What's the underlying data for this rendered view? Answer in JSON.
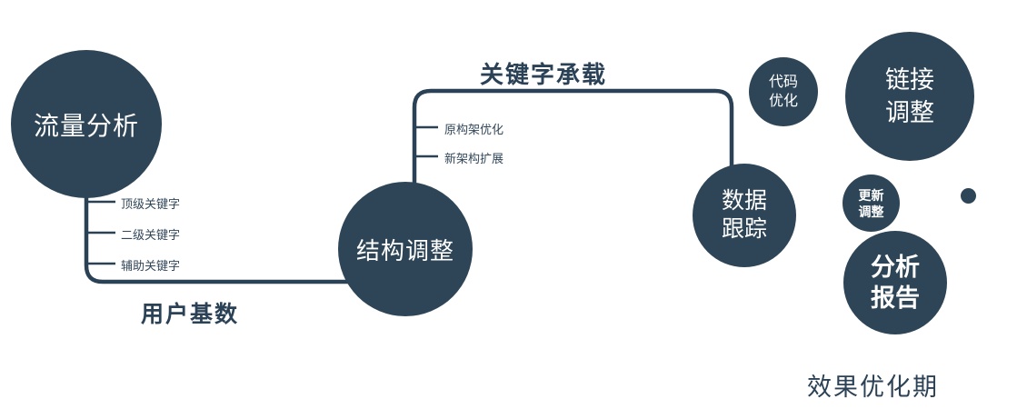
{
  "diagram": {
    "nodes": {
      "traffic_analysis": {
        "label": "流量分析"
      },
      "structure_adjustment": {
        "label": "结构调整"
      },
      "data_tracking": {
        "lines": [
          "数据",
          "跟踪"
        ]
      },
      "code_optimization": {
        "lines": [
          "代码",
          "优化"
        ]
      },
      "link_adjustment": {
        "lines": [
          "链接",
          "调整"
        ]
      },
      "update_adjustment": {
        "lines": [
          "更新",
          "调整"
        ]
      },
      "analysis_report": {
        "lines": [
          "分析",
          "报告"
        ]
      }
    },
    "branch_labels": {
      "traffic": [
        "顶级关键字",
        "二级关键字",
        "辅助关键字"
      ],
      "structure": [
        "原构架优化",
        "新架构扩展"
      ]
    },
    "edge_labels": {
      "user_base": "用户基数",
      "keyword_carry": "关键字承载"
    },
    "caption": "效果优化期",
    "colors": {
      "node_fill": "#2E4557",
      "line": "#2B4156",
      "text_dark": "#2B4156",
      "background": "#FFFFFF"
    }
  }
}
